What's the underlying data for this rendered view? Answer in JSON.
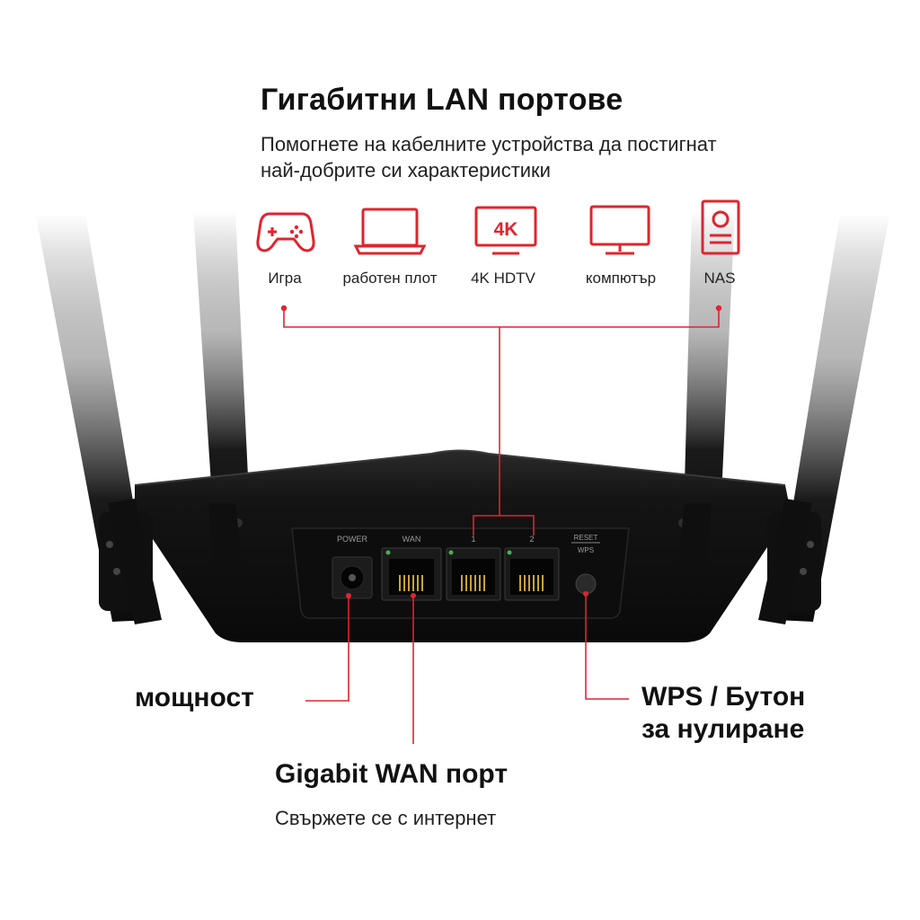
{
  "header": {
    "title": "Гигабитни LAN портове",
    "subtitle_line1": "Помогнете на кабелните устройства да постигнат",
    "subtitle_line2": "най-добрите си характеристики"
  },
  "devices": [
    {
      "icon": "gamepad-icon",
      "label": "Игра"
    },
    {
      "icon": "laptop-icon",
      "label": "работен плот"
    },
    {
      "icon": "4k-tv-icon",
      "label": "4K HDTV",
      "badge": "4K"
    },
    {
      "icon": "monitor-icon",
      "label": "компютър"
    },
    {
      "icon": "nas-icon",
      "label": "NAS"
    }
  ],
  "router_panel": {
    "power_label": "POWER",
    "wan_label": "WAN",
    "lan1_label": "1",
    "lan2_label": "2",
    "reset_label": "RESET",
    "wps_label": "WPS"
  },
  "callouts": {
    "power": "мощност",
    "wps_line1": "WPS / Бутон",
    "wps_line2": "за нулиране",
    "wan_title": "Gigabit WAN порт",
    "wan_sub": "Свържете се с интернет"
  },
  "colors": {
    "accent_red": "#e0242e",
    "router_body": "#151515",
    "text": "#111111"
  }
}
